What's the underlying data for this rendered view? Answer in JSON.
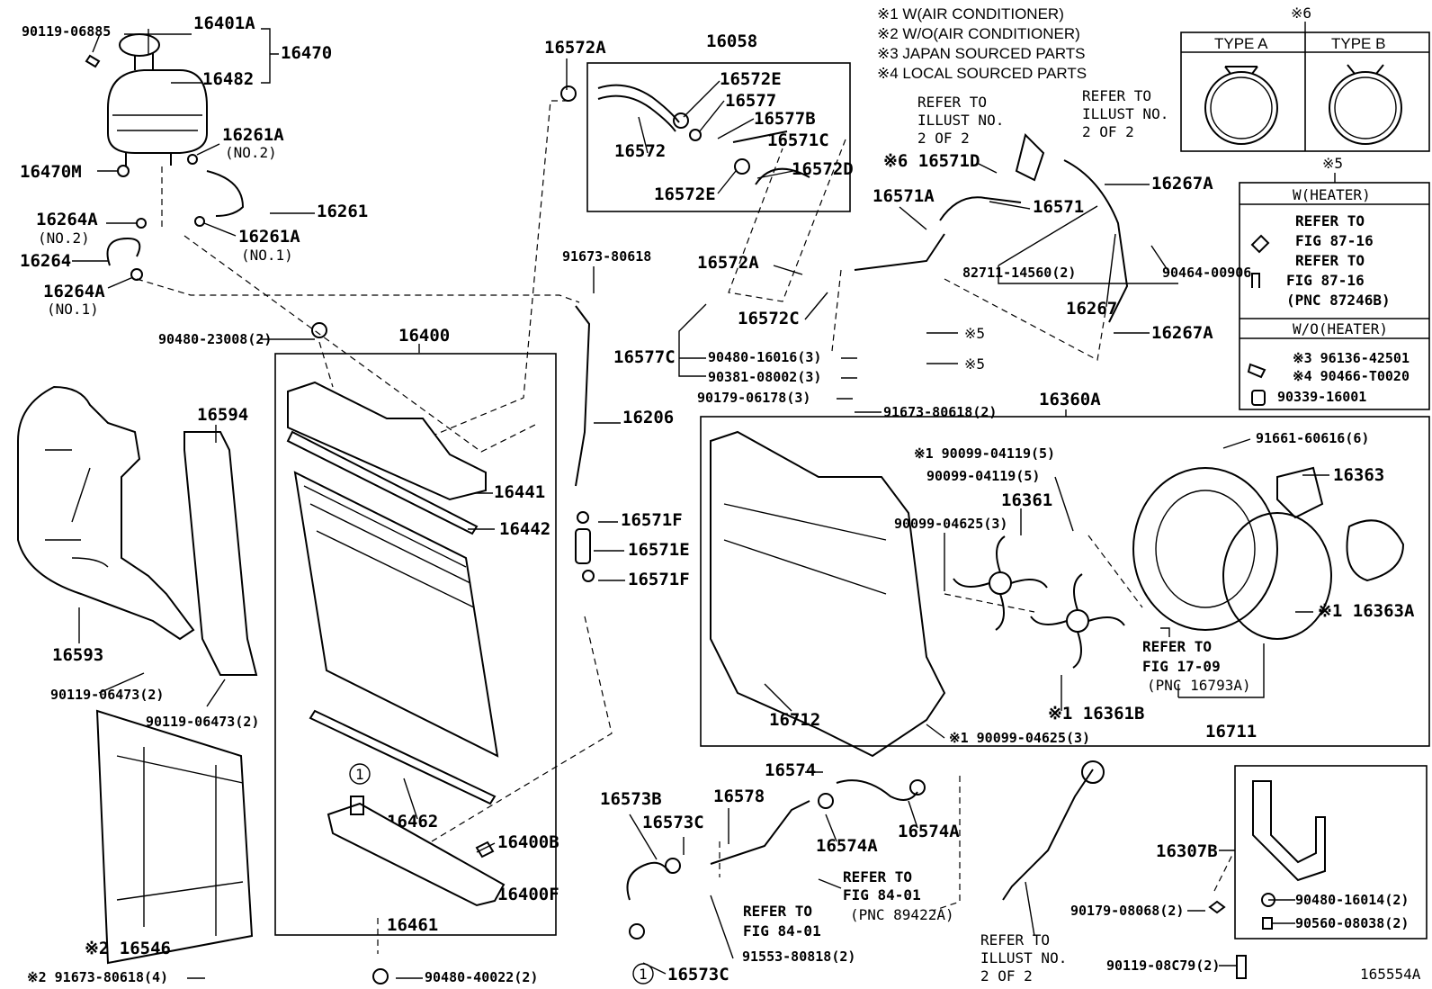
{
  "legend": {
    "l1": "※1 W(AIR CONDITIONER)",
    "l2": "※2 W/O(AIR CONDITIONER)",
    "l3": "※3 JAPAN SOURCED PARTS",
    "l4": "※4 LOCAL SOURCED PARTS"
  },
  "type_box": {
    "mark": "※6",
    "type_a": "TYPE A",
    "type_b": "TYPE B"
  },
  "heater_box": {
    "mark": "※5",
    "w_heater": "W(HEATER)",
    "ref1a": "REFER TO",
    "ref1b": "FIG 87-16",
    "ref2a": "REFER TO",
    "ref2b": "FIG 87-16",
    "ref2c": "(PNC 87246B)",
    "wo_heater": "W/O(HEATER)",
    "p1": "※3 96136-42501",
    "p2": "※4 90466-T0020",
    "p3": "90339-16001"
  },
  "labels": {
    "p16401A": "16401A",
    "p16470": "16470",
    "p90119_06885": "90119-06885",
    "p16482": "16482",
    "p16261A_no2": "16261A",
    "no2a": "(NO.2)",
    "p16470M": "16470M",
    "p16261": "16261",
    "p16264A_no2": "16264A",
    "no2b": "(NO.2)",
    "p16261A_no1": "16261A",
    "no1a": "(NO.1)",
    "p16264": "16264",
    "p16264A_no1": "16264A",
    "no1b": "(NO.1)",
    "p16572A_top": "16572A",
    "p16058": "16058",
    "p16572E_a": "16572E",
    "p16577": "16577",
    "p16572": "16572",
    "p16577B": "16577B",
    "p16571C": "16571C",
    "p16572D": "16572D",
    "p16572E_b": "16572E",
    "refer_a1": "REFER TO",
    "refer_a2": "ILLUST NO.",
    "refer_a3": "2 OF 2",
    "refer_b1": "REFER TO",
    "refer_b2": "ILLUST NO.",
    "refer_b3": "2 OF 2",
    "p16571D": "※6 16571D",
    "p16267A_top": "16267A",
    "p16571A": "16571A",
    "p16571": "16571",
    "p91673_80618_mid": "91673-80618",
    "p16572A_mid": "16572A",
    "p82711_14560": "82711-14560(2)",
    "p90464_00906": "90464-00906",
    "p16572C": "16572C",
    "p16267": "16267",
    "x5a": "※5",
    "p16267A_bot": "16267A",
    "x5b": "※5",
    "p90480_23008": "90480-23008(2)",
    "p16400": "16400",
    "p16577C": "16577C",
    "p90480_16016": "90480-16016(3)",
    "p90381_08002": "90381-08002(3)",
    "p90179_06178": "90179-06178(3)",
    "p91673_80618_2": "91673-80618(2)",
    "p16206": "16206",
    "p16360A": "16360A",
    "p16594": "16594",
    "p16441": "16441",
    "p16442": "16442",
    "p90099_04119_a": "※1 90099-04119(5)",
    "p91661_60616": "91661-60616(6)",
    "p90099_04119_b": "90099-04119(5)",
    "p16363": "16363",
    "p16361": "16361",
    "p90099_04625_a": "90099-04625(3)",
    "p16571F_a": "16571F",
    "p16571E": "16571E",
    "p16571F_b": "16571F",
    "p16363A": "※1 16363A",
    "p16593": "16593",
    "refer_c1": "REFER TO",
    "refer_c2": "FIG 17-09",
    "refer_c3": "(PNC 16793A)",
    "p90119_06473_a": "90119-06473(2)",
    "p90119_06473_b": "90119-06473(2)",
    "p16712": "16712",
    "p16361B": "※1 16361B",
    "p16711": "16711",
    "p90099_04625_b": "※1 90099-04625(3)",
    "p16574": "16574",
    "p16573B": "16573B",
    "p16578": "16578",
    "p16573C_a": "16573C",
    "p16574A_a": "16574A",
    "p16574A_b": "16574A",
    "p16462": "16462",
    "p16400B": "16400B",
    "p16307B": "16307B",
    "refer_d1": "REFER TO",
    "refer_d2": "FIG 84-01",
    "refer_d3": "(PNC 89422A)",
    "p16400F": "16400F",
    "refer_e1": "REFER TO",
    "refer_e2": "FIG 84-01",
    "p90179_08068": "90179-08068(2)",
    "p90480_16014": "90480-16014(2)",
    "p90560_08038": "90560-08038(2)",
    "p16461": "16461",
    "p16546": "※2 16546",
    "p91553_80818": "91553-80818(2)",
    "refer_f1": "REFER TO",
    "refer_f2": "ILLUST NO.",
    "refer_f3": "2 OF 2",
    "p91673_80618_4": "※2 91673-80618(4)",
    "p90480_40022": "90480-40022(2)",
    "p16573C_b": "16573C",
    "p90119_08C79": "90119-08C79(2)",
    "circle1_a": "1",
    "circle1_b": "1",
    "fig_id": "165554A"
  }
}
